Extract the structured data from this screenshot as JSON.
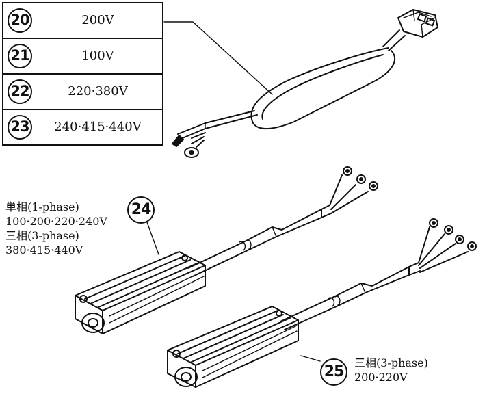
{
  "table": {
    "rows": [
      {
        "num": "20",
        "voltage": "200V"
      },
      {
        "num": "21",
        "voltage": "100V"
      },
      {
        "num": "22",
        "voltage": "220·380V"
      },
      {
        "num": "23",
        "voltage": "240·415·440V"
      }
    ]
  },
  "part24": {
    "num": "24",
    "lines": [
      "単相(1-phase)",
      "100·200·220·240V",
      "三相(3-phase)",
      "380·415·440V"
    ]
  },
  "part25": {
    "num": "25",
    "lines": [
      "三相(3-phase)",
      "200·220V"
    ]
  }
}
